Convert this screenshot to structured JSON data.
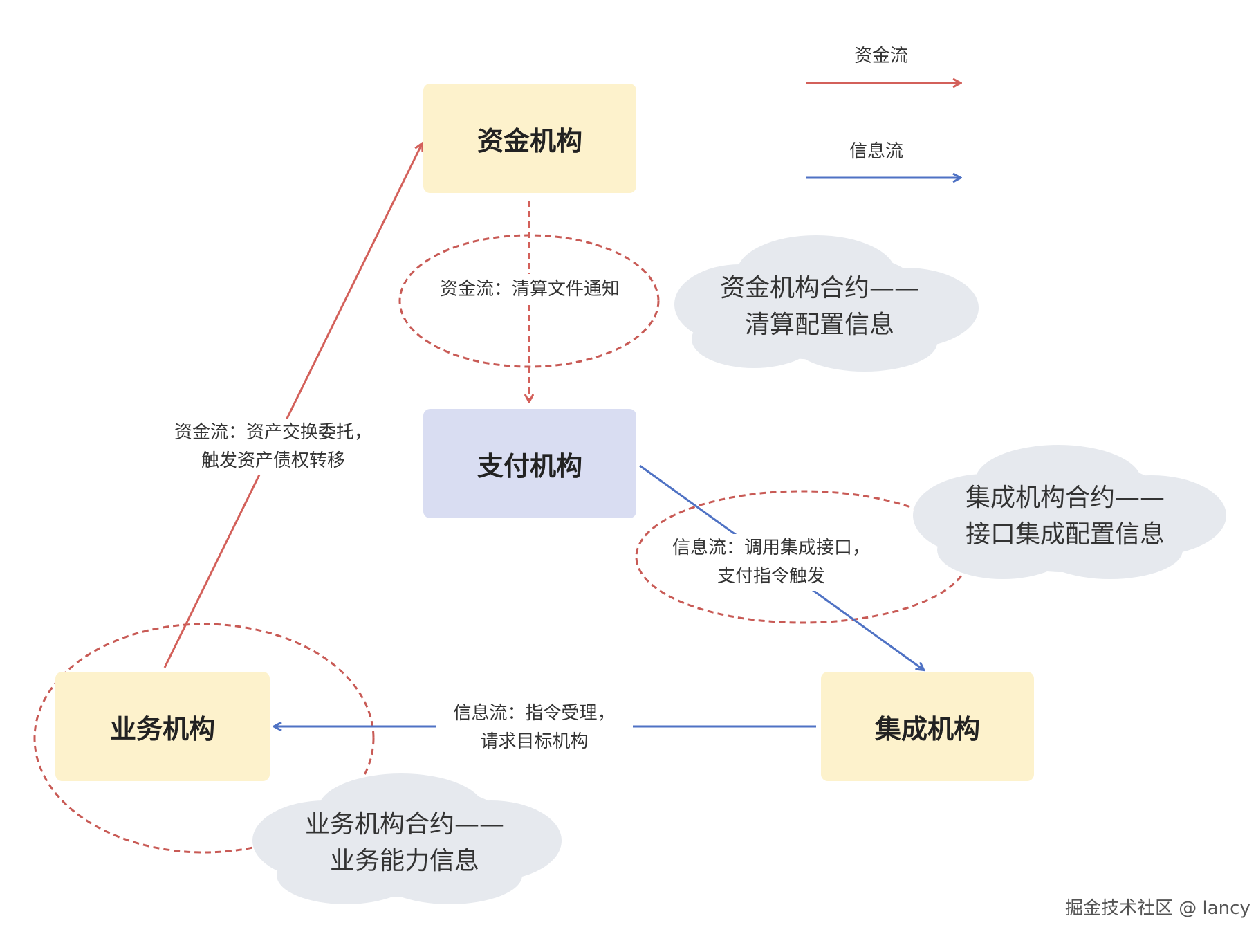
{
  "legend": {
    "fund_flow": "资金流",
    "info_flow": "信息流"
  },
  "nodes": {
    "fund_institution": "资金机构",
    "payment_institution": "支付机构",
    "business_institution": "业务机构",
    "integration_institution": "集成机构"
  },
  "edge_labels": {
    "settlement": "资金流：清算文件通知",
    "asset_exchange": [
      "资金流：资产交换委托，",
      "触发资产债权转移"
    ],
    "integration_call": [
      "信息流：调用集成接口，",
      "支付指令触发"
    ],
    "instruction": [
      "信息流：指令受理，",
      "请求目标机构"
    ]
  },
  "clouds": {
    "fund_contract": [
      "资金机构合约——",
      "清算配置信息"
    ],
    "integration_contract": [
      "集成机构合约——",
      "接口集成配置信息"
    ],
    "business_contract": [
      "业务机构合约——",
      "业务能力信息"
    ]
  },
  "watermark": "掘金技术社区 @ lancy",
  "colors": {
    "fund_flow": "#d3605a",
    "info_flow": "#4f72c4",
    "yellow_node": "#fdf2cc",
    "purple_node": "#d9ddf2",
    "cloud": "#e6e9ee",
    "dashed_ellipse": "#c85a55"
  }
}
